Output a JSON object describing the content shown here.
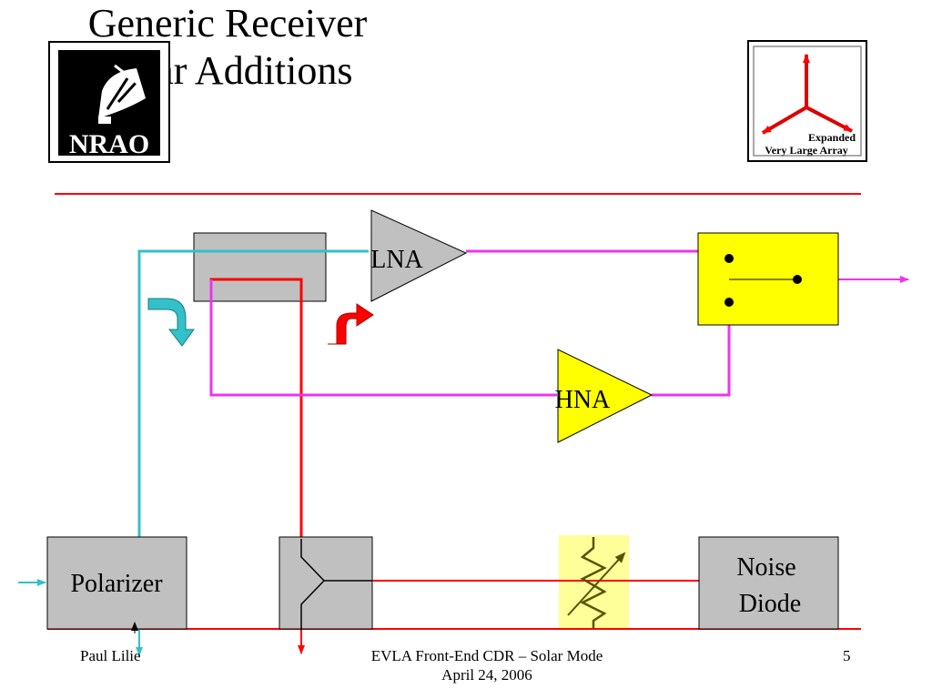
{
  "slide": {
    "title_line1": "Generic Receiver",
    "title_line2": "Solar Additions"
  },
  "logos": {
    "left": {
      "text": "NRAO"
    },
    "right": {
      "line1": "Expanded",
      "line2": "Very Large Array"
    }
  },
  "diagram": {
    "lna_label": "LNA",
    "hna_label": "HNA",
    "polarizer_label": "Polarizer",
    "noise_diode_line1": "Noise",
    "noise_diode_line2": "Diode"
  },
  "footer": {
    "author": "Paul Lilie",
    "center_line1": "EVLA Front-End CDR – Solar Mode",
    "center_line2": "April 24, 2006",
    "page_number": "5"
  },
  "colors": {
    "rule": "#ff0000",
    "cyan_path": "#33c0c8",
    "magenta_path": "#ee33ee",
    "red_path": "#ff0000",
    "gray_box": "#c0c0c0",
    "yellow_box": "#ffff00",
    "attenuator_bg": "#ffff99",
    "logo_arrow": "#dd0000"
  }
}
